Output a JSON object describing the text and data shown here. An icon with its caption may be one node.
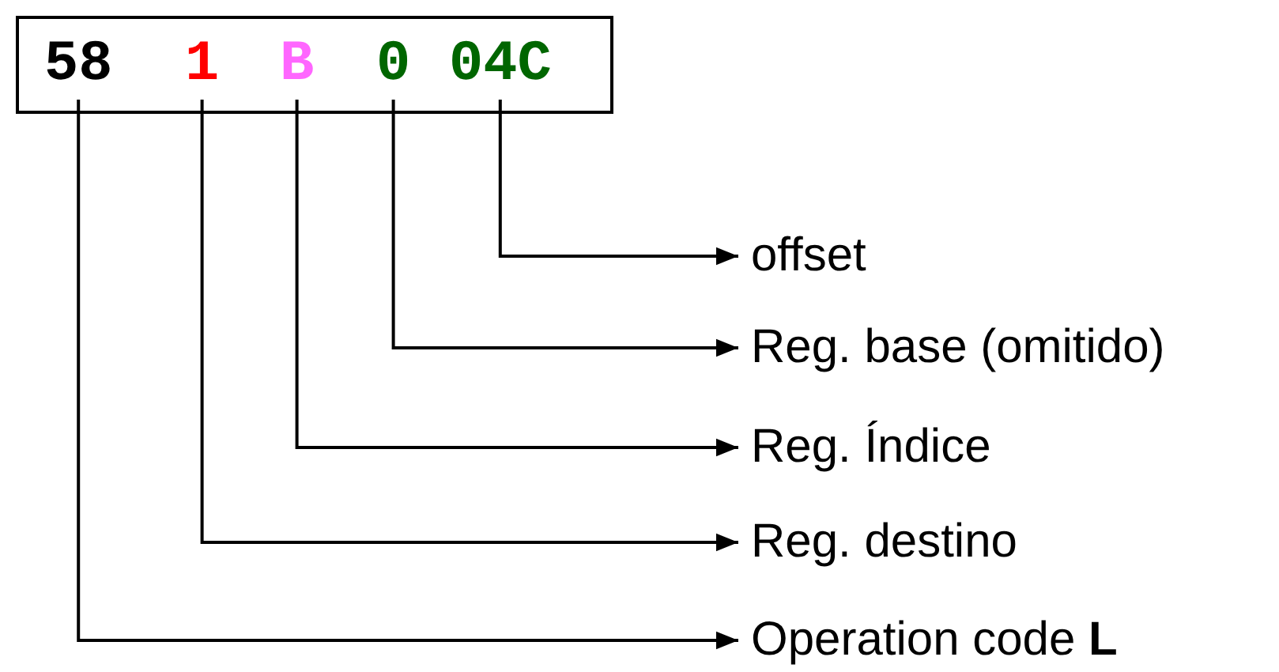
{
  "diagram": {
    "nodes": [
      {
        "text": [],
        "shape": "box"
      },
      {
        "text": [
          "58"
        ],
        "in": 0
      },
      {
        "text": [
          "1"
        ],
        "in": 0
      },
      {
        "text": [
          "B"
        ],
        "in": 0
      },
      {
        "text": [
          "0"
        ],
        "in": 0
      },
      {
        "text": [
          "04C"
        ],
        "in": 0
      },
      {
        "text": [
          "offset"
        ]
      },
      {
        "text": [
          "Reg. base (omitido)"
        ]
      },
      {
        "text": [
          "Reg. Índice"
        ]
      },
      {
        "text": [
          "Reg. destino"
        ]
      },
      {
        "text": [
          "Operation code **L**"
        ]
      }
    ],
    "edges": [
      {
        "from": 5,
        "to": 6,
        "arrow": "to"
      },
      {
        "from": 4,
        "to": 7,
        "arrow": "to"
      },
      {
        "from": 3,
        "to": 8,
        "arrow": "to"
      },
      {
        "from": 2,
        "to": 9,
        "arrow": "to"
      },
      {
        "from": 1,
        "to": 10,
        "arrow": "to"
      }
    ]
  }
}
